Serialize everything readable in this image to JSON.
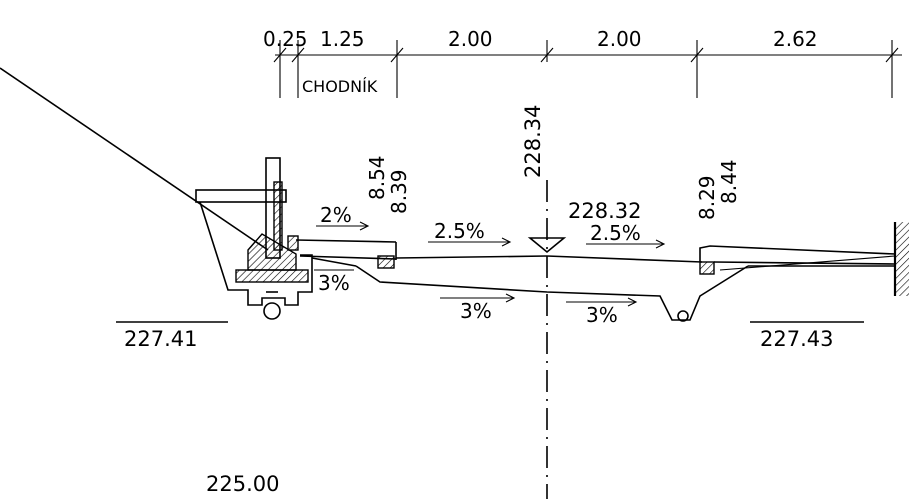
{
  "dimensions": {
    "d1": "0.25",
    "d2": "1.25",
    "d3": "2.00",
    "d4": "2.00",
    "d5": "2.62"
  },
  "labels": {
    "sidewalk": "CHODNÍK"
  },
  "levels": {
    "axis_top": "228.34",
    "deck_mid": "228.32",
    "left_a": "8.54",
    "left_b": "8.39",
    "right_a": "8.29",
    "right_b": "8.44",
    "bottom_left": "227.41",
    "bottom_right": "227.43",
    "ground": "225.00"
  },
  "slopes": {
    "sidewalk": "2%",
    "deck_left": "2.5%",
    "deck_right": "2.5%",
    "under_left_outer": "3%",
    "under_left": "3%",
    "under_right": "3%"
  },
  "colors": {
    "ink": "#000000",
    "paper": "#ffffff"
  }
}
